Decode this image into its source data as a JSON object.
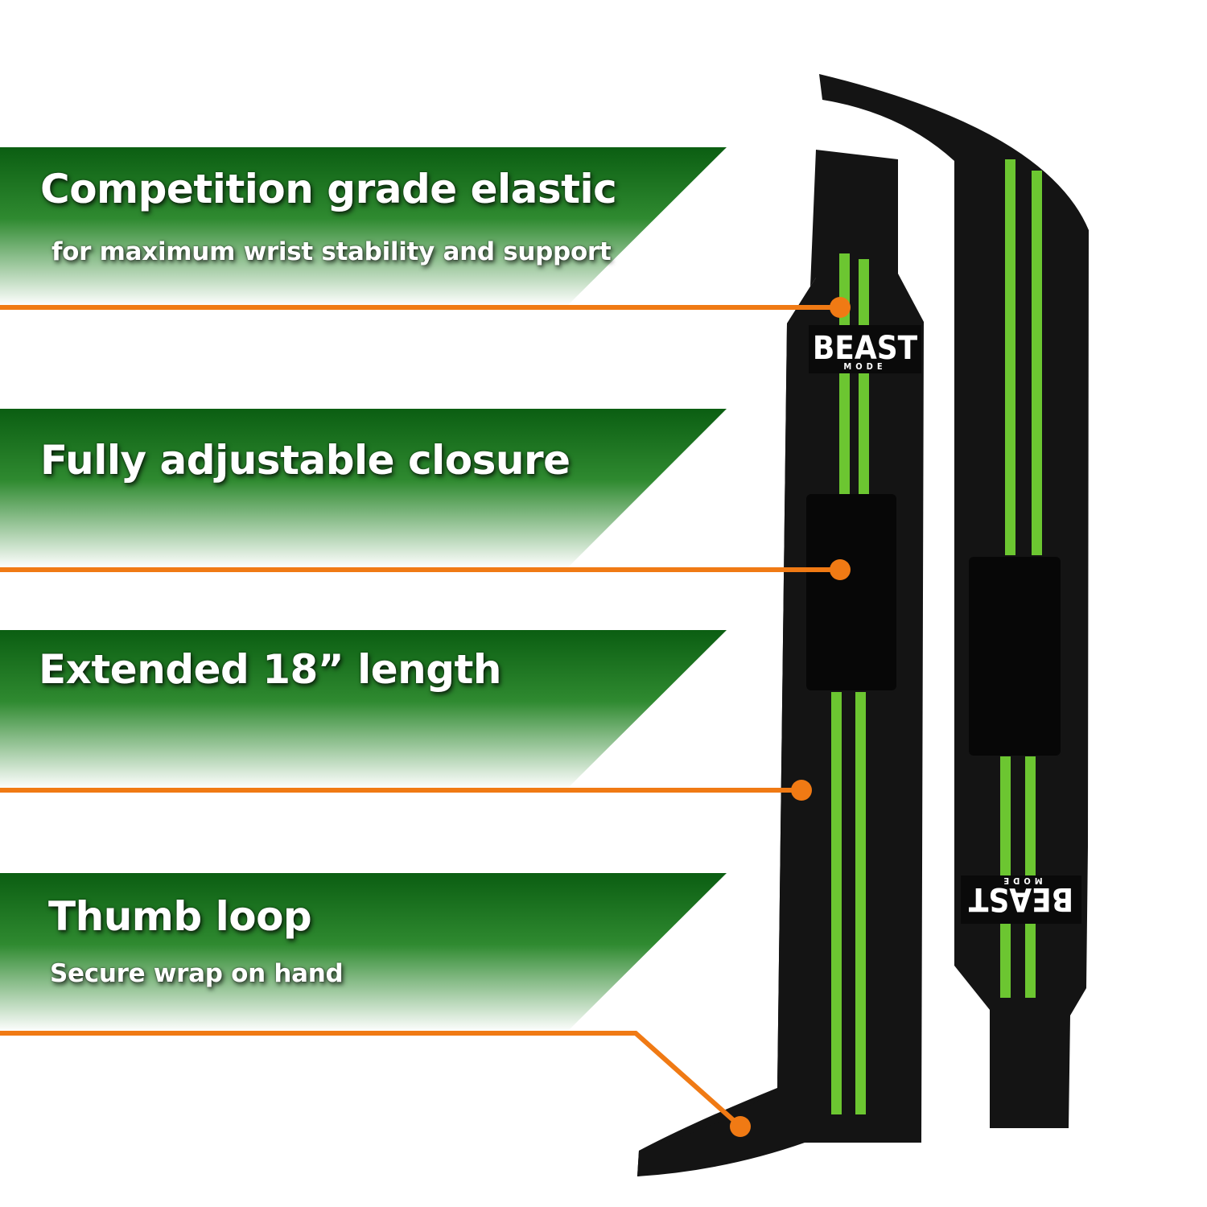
{
  "features": [
    {
      "title": "Competition grade elastic",
      "subtitle": "for maximum wrist stability and support"
    },
    {
      "title": "Fully adjustable closure",
      "subtitle": ""
    },
    {
      "title": "Extended 18” length",
      "subtitle": ""
    },
    {
      "title": "Thumb loop",
      "subtitle": "Secure wrap on hand"
    }
  ],
  "brand": {
    "line1": "BEAST",
    "line2": "MODE"
  },
  "colors": {
    "banner_green": "#0b5e12",
    "callout_orange": "#f07a14",
    "strap_black": "#141414",
    "stripe_green": "#6cc631"
  },
  "icons": [
    "callout-dot-icon",
    "beast-mode-logo"
  ]
}
